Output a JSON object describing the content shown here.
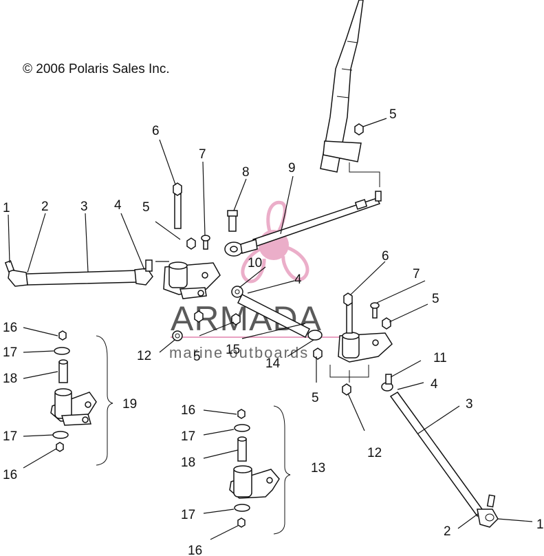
{
  "copyright": "© 2006 Polaris Sales Inc.",
  "watermark": {
    "brand": "ARMADA",
    "tagline": "marine outboards",
    "color_logo": "#e8a0c0",
    "color_text": "#555555"
  },
  "callouts": [
    {
      "id": "c1a",
      "text": "1"
    },
    {
      "id": "c2a",
      "text": "2"
    },
    {
      "id": "c3a",
      "text": "3"
    },
    {
      "id": "c4a",
      "text": "4"
    },
    {
      "id": "c5a",
      "text": "5"
    },
    {
      "id": "c6a",
      "text": "6"
    },
    {
      "id": "c7a",
      "text": "7"
    },
    {
      "id": "c8a",
      "text": "8"
    },
    {
      "id": "c9a",
      "text": "9"
    },
    {
      "id": "c5b",
      "text": "5"
    },
    {
      "id": "c10",
      "text": "10"
    },
    {
      "id": "c4b",
      "text": "4"
    },
    {
      "id": "c6b",
      "text": "6"
    },
    {
      "id": "c7b",
      "text": "7"
    },
    {
      "id": "c5c",
      "text": "5"
    },
    {
      "id": "c16a",
      "text": "16"
    },
    {
      "id": "c17a",
      "text": "17"
    },
    {
      "id": "c18a",
      "text": "18"
    },
    {
      "id": "c19",
      "text": "19"
    },
    {
      "id": "c17b",
      "text": "17"
    },
    {
      "id": "c16b",
      "text": "16"
    },
    {
      "id": "c12a",
      "text": "12"
    },
    {
      "id": "c5d",
      "text": "5"
    },
    {
      "id": "c15",
      "text": "15"
    },
    {
      "id": "c14",
      "text": "14"
    },
    {
      "id": "c11",
      "text": "11"
    },
    {
      "id": "c4c",
      "text": "4"
    },
    {
      "id": "c3b",
      "text": "3"
    },
    {
      "id": "c5e",
      "text": "5"
    },
    {
      "id": "c12b",
      "text": "12"
    },
    {
      "id": "c16c",
      "text": "16"
    },
    {
      "id": "c17c",
      "text": "17"
    },
    {
      "id": "c18b",
      "text": "18"
    },
    {
      "id": "c13",
      "text": "13"
    },
    {
      "id": "c17d",
      "text": "17"
    },
    {
      "id": "c16d",
      "text": "16"
    },
    {
      "id": "c2b",
      "text": "2"
    },
    {
      "id": "c1b",
      "text": "1"
    }
  ]
}
